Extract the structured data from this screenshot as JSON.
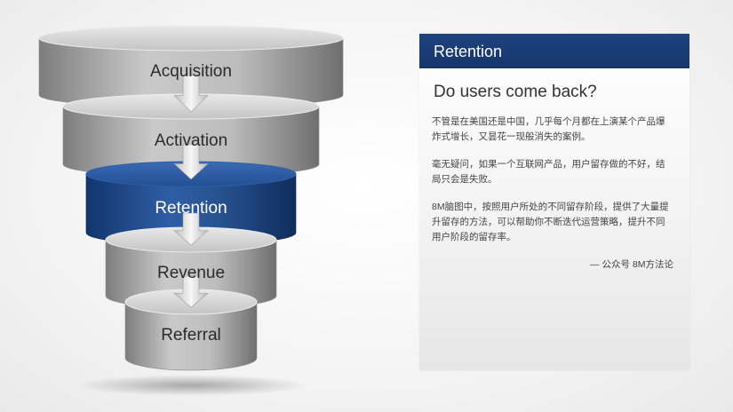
{
  "funnel": {
    "stages": [
      {
        "label": "Acquisition",
        "active": false
      },
      {
        "label": "Activation",
        "active": false
      },
      {
        "label": "Retention",
        "active": true
      },
      {
        "label": "Revenue",
        "active": false
      },
      {
        "label": "Referral",
        "active": false
      }
    ],
    "colors": {
      "grey_top": "#d4d4d4",
      "grey_side": "#9a9a9a",
      "active_top": "#2a5aa0",
      "active_side": "#173f7e"
    }
  },
  "panel": {
    "title": "Retention",
    "subtitle": "Do users come back?",
    "paragraphs": [
      "不管是在美国还是中国，几乎每个月都在上演某个产品爆炸式增长，又昙花一现般消失的案例。",
      "毫无疑问，如果一个互联网产品，用户留存做的不好，结局只会是失败。",
      "8M脑图中，按照用户所处的不同留存阶段，提供了大量提升留存的方法，可以帮助你不断迭代运营策略，提升不同用户阶段的留存率。"
    ],
    "source": "— 公众号 8M方法论",
    "header_color": "#1b3d76"
  }
}
